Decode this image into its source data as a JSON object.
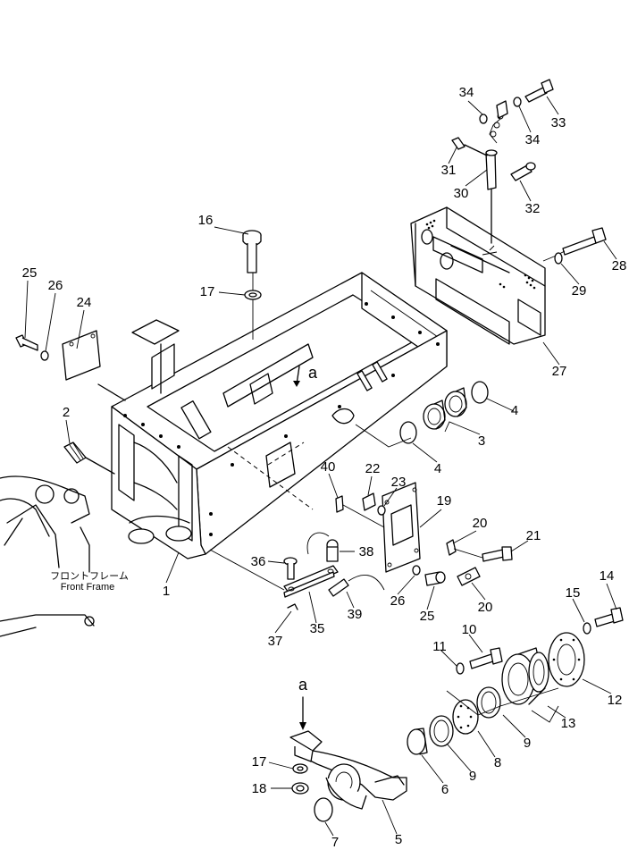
{
  "callouts": {
    "c1": "1",
    "c2": "2",
    "c3": "3",
    "c4a": "4",
    "c4b": "4",
    "c5": "5",
    "c6": "6",
    "c7": "7",
    "c8": "8",
    "c9a": "9",
    "c9b": "9",
    "c10": "10",
    "c11": "11",
    "c12": "12",
    "c13": "13",
    "c14": "14",
    "c15": "15",
    "c16": "16",
    "c17a": "17",
    "c17b": "17",
    "c18": "18",
    "c19": "19",
    "c20a": "20",
    "c20b": "20",
    "c21": "21",
    "c22": "22",
    "c23": "23",
    "c24": "24",
    "c25a": "25",
    "c25b": "25",
    "c26a": "26",
    "c26b": "26",
    "c27": "27",
    "c28": "28",
    "c29": "29",
    "c30": "30",
    "c31": "31",
    "c32": "32",
    "c33": "33",
    "c34a": "34",
    "c34b": "34",
    "c35": "35",
    "c36": "36",
    "c37": "37",
    "c38": "38",
    "c39": "39",
    "c40": "40"
  },
  "view_markers": {
    "a_top": "a",
    "a_bottom": "a"
  },
  "front_frame": {
    "label_jp": "フロントフレーム",
    "label_en": "Front Frame"
  }
}
